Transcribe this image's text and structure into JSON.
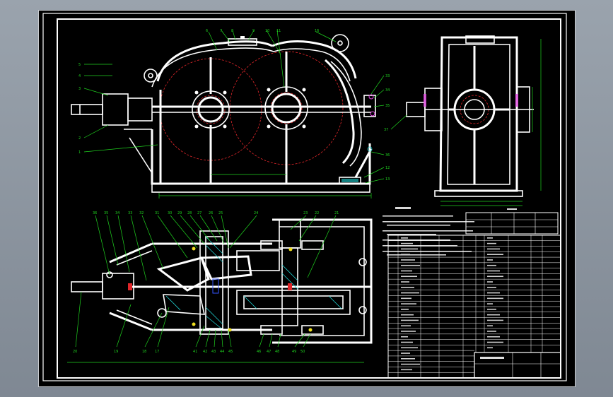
{
  "drawing": {
    "views": [
      "front-view",
      "side-view",
      "plan-section"
    ],
    "balloon_numbers_top": [
      "6",
      "7",
      "8",
      "9",
      "10",
      "11",
      "16"
    ],
    "balloon_numbers_left": [
      "5",
      "4",
      "3",
      "2",
      "1"
    ],
    "balloon_numbers_right": [
      "33",
      "34",
      "35",
      "36",
      "12",
      "13"
    ],
    "balloon_numbers_plan_top": [
      "36",
      "35",
      "34",
      "33",
      "32",
      "31",
      "30",
      "29",
      "28",
      "27",
      "26",
      "25",
      "24",
      "23",
      "22",
      "21"
    ],
    "balloon_numbers_plan_bottom": [
      "20",
      "19",
      "18",
      "17",
      "41",
      "42",
      "43",
      "44",
      "45",
      "46",
      "47",
      "48",
      "49",
      "50"
    ],
    "balloon_side": [
      "37"
    ],
    "colors": {
      "background": "#000000",
      "geometry": "#ffffff",
      "dimension": "#1fd21f",
      "centerline": "#e0262a",
      "hatch": "#21d6d6",
      "highlight": "#f0e020"
    }
  }
}
